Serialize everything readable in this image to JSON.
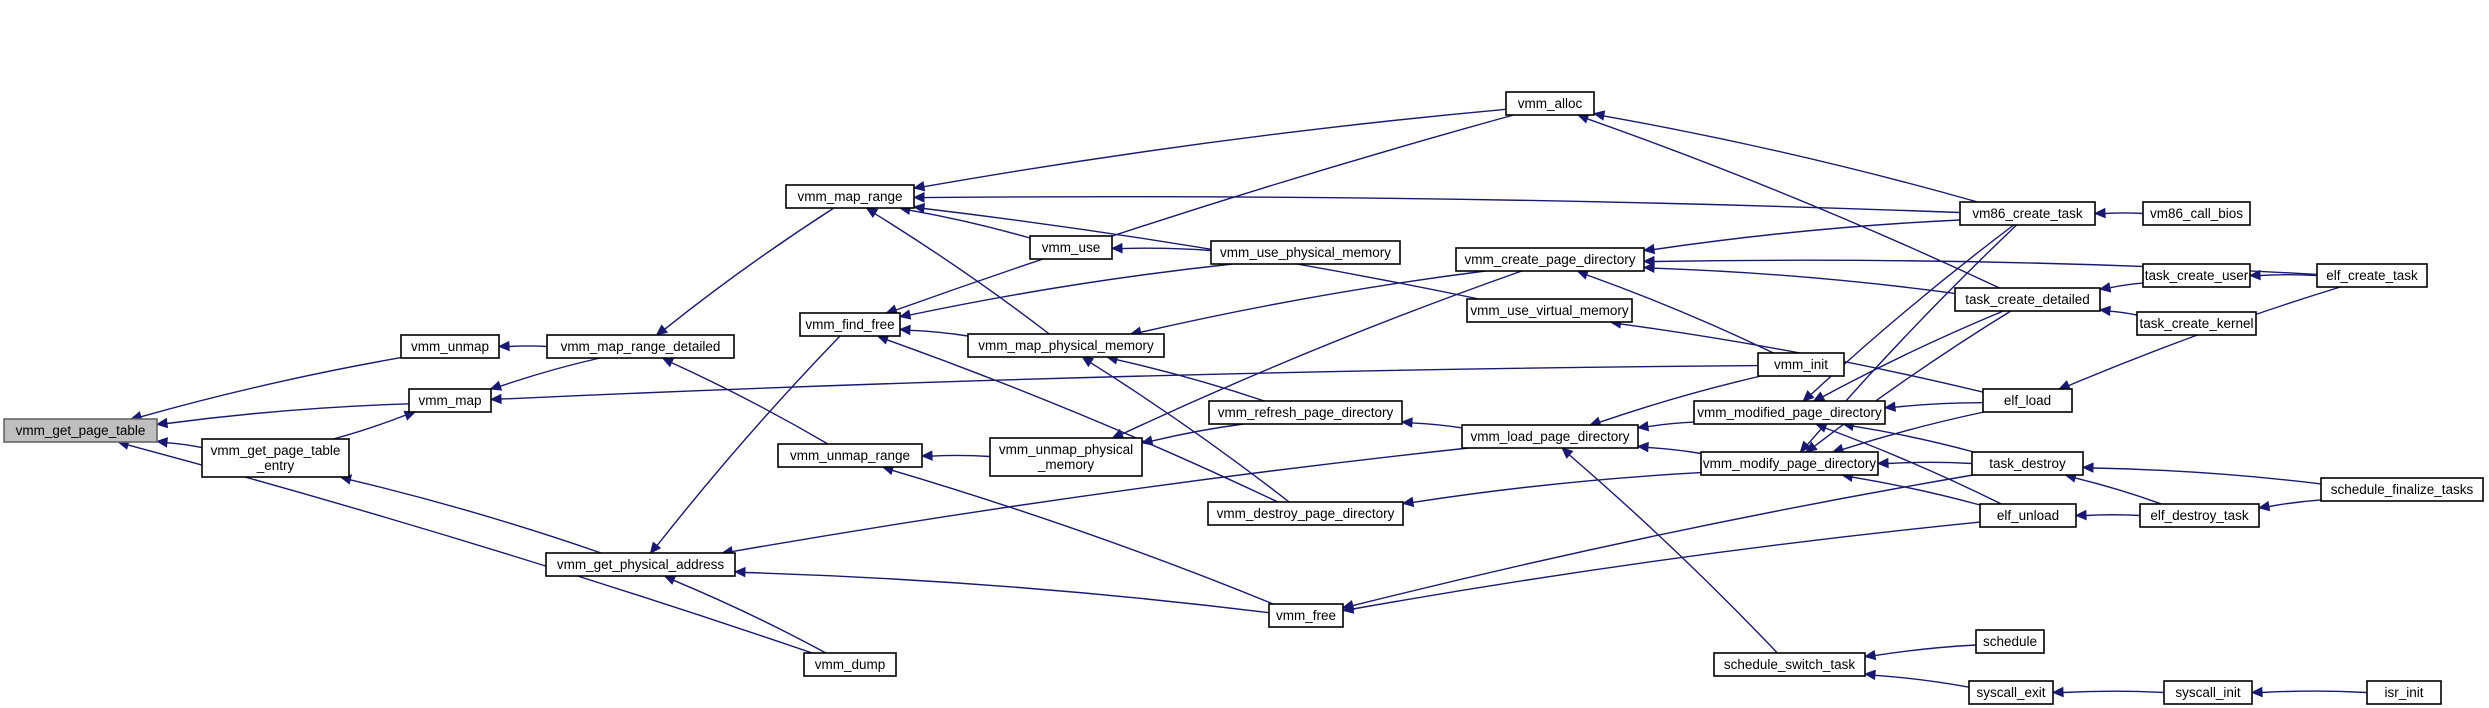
{
  "graph": {
    "kind": "caller-graph",
    "colors": {
      "edge": "#191970",
      "node_border": "#000000",
      "root_fill": "#bfbfbf",
      "node_fill": "#ffffff"
    },
    "nodes": [
      {
        "id": "vmm_get_page_table",
        "lines": [
          "vmm_get_page_table"
        ],
        "root": true
      },
      {
        "id": "vmm_unmap",
        "lines": [
          "vmm_unmap"
        ]
      },
      {
        "id": "vmm_map",
        "lines": [
          "vmm_map"
        ]
      },
      {
        "id": "vmm_get_page_table_entry",
        "lines": [
          "vmm_get_page_table",
          "_entry"
        ]
      },
      {
        "id": "vmm_dump",
        "lines": [
          "vmm_dump"
        ]
      },
      {
        "id": "vmm_map_range_detailed",
        "lines": [
          "vmm_map_range_detailed"
        ]
      },
      {
        "id": "vmm_get_physical_address",
        "lines": [
          "vmm_get_physical_address"
        ]
      },
      {
        "id": "vmm_map_range",
        "lines": [
          "vmm_map_range"
        ]
      },
      {
        "id": "vmm_unmap_range",
        "lines": [
          "vmm_unmap_range"
        ]
      },
      {
        "id": "vmm_find_free",
        "lines": [
          "vmm_find_free"
        ]
      },
      {
        "id": "vmm_use",
        "lines": [
          "vmm_use"
        ]
      },
      {
        "id": "vmm_map_physical_memory",
        "lines": [
          "vmm_map_physical_memory"
        ]
      },
      {
        "id": "vmm_unmap_physical_memory",
        "lines": [
          "vmm_unmap_physical",
          "_memory"
        ]
      },
      {
        "id": "vmm_use_physical_memory",
        "lines": [
          "vmm_use_physical_memory"
        ]
      },
      {
        "id": "vmm_refresh_page_directory",
        "lines": [
          "vmm_refresh_page_directory"
        ]
      },
      {
        "id": "vmm_destroy_page_directory",
        "lines": [
          "vmm_destroy_page_directory"
        ]
      },
      {
        "id": "vmm_free",
        "lines": [
          "vmm_free"
        ]
      },
      {
        "id": "vmm_alloc",
        "lines": [
          "vmm_alloc"
        ]
      },
      {
        "id": "vmm_create_page_directory",
        "lines": [
          "vmm_create_page_directory"
        ]
      },
      {
        "id": "vmm_use_virtual_memory",
        "lines": [
          "vmm_use_virtual_memory"
        ]
      },
      {
        "id": "vmm_load_page_directory",
        "lines": [
          "vmm_load_page_directory"
        ]
      },
      {
        "id": "vmm_init",
        "lines": [
          "vmm_init"
        ]
      },
      {
        "id": "vmm_modified_page_directory",
        "lines": [
          "vmm_modified_page_directory"
        ]
      },
      {
        "id": "vmm_modify_page_directory",
        "lines": [
          "vmm_modify_page_directory"
        ]
      },
      {
        "id": "schedule_switch_task",
        "lines": [
          "schedule_switch_task"
        ]
      },
      {
        "id": "vm86_create_task",
        "lines": [
          "vm86_create_task"
        ]
      },
      {
        "id": "task_create_detailed",
        "lines": [
          "task_create_detailed"
        ]
      },
      {
        "id": "elf_load",
        "lines": [
          "elf_load"
        ]
      },
      {
        "id": "task_destroy",
        "lines": [
          "task_destroy"
        ]
      },
      {
        "id": "elf_unload",
        "lines": [
          "elf_unload"
        ]
      },
      {
        "id": "schedule",
        "lines": [
          "schedule"
        ]
      },
      {
        "id": "syscall_exit",
        "lines": [
          "syscall_exit"
        ]
      },
      {
        "id": "vm86_call_bios",
        "lines": [
          "vm86_call_bios"
        ]
      },
      {
        "id": "task_create_user",
        "lines": [
          "task_create_user"
        ]
      },
      {
        "id": "task_create_kernel",
        "lines": [
          "task_create_kernel"
        ]
      },
      {
        "id": "elf_destroy_task",
        "lines": [
          "elf_destroy_task"
        ]
      },
      {
        "id": "syscall_init",
        "lines": [
          "syscall_init"
        ]
      },
      {
        "id": "elf_create_task",
        "lines": [
          "elf_create_task"
        ]
      },
      {
        "id": "schedule_finalize_tasks",
        "lines": [
          "schedule_finalize_tasks"
        ]
      },
      {
        "id": "isr_init",
        "lines": [
          "isr_init"
        ]
      }
    ],
    "edges": [
      [
        "vmm_unmap",
        "vmm_get_page_table"
      ],
      [
        "vmm_map",
        "vmm_get_page_table"
      ],
      [
        "vmm_get_page_table_entry",
        "vmm_get_page_table"
      ],
      [
        "vmm_dump",
        "vmm_get_page_table"
      ],
      [
        "vmm_map_range_detailed",
        "vmm_unmap"
      ],
      [
        "vmm_map_range_detailed",
        "vmm_map"
      ],
      [
        "vmm_get_page_table_entry",
        "vmm_map"
      ],
      [
        "vmm_init",
        "vmm_map"
      ],
      [
        "vmm_get_physical_address",
        "vmm_get_page_table_entry"
      ],
      [
        "vmm_map_range",
        "vmm_map_range_detailed"
      ],
      [
        "vmm_unmap_range",
        "vmm_map_range_detailed"
      ],
      [
        "vmm_find_free",
        "vmm_get_physical_address"
      ],
      [
        "vmm_dump",
        "vmm_get_physical_address"
      ],
      [
        "vmm_free",
        "vmm_get_physical_address"
      ],
      [
        "vmm_load_page_directory",
        "vmm_get_physical_address"
      ],
      [
        "vmm_use",
        "vmm_map_range"
      ],
      [
        "vmm_map_physical_memory",
        "vmm_map_range"
      ],
      [
        "vmm_alloc",
        "vmm_map_range"
      ],
      [
        "vmm_use_virtual_memory",
        "vmm_map_range"
      ],
      [
        "vm86_create_task",
        "vmm_map_range"
      ],
      [
        "vmm_unmap_physical_memory",
        "vmm_unmap_range"
      ],
      [
        "vmm_free",
        "vmm_unmap_range"
      ],
      [
        "vmm_alloc",
        "vmm_find_free"
      ],
      [
        "vmm_use_physical_memory",
        "vmm_find_free"
      ],
      [
        "vmm_map_physical_memory",
        "vmm_find_free"
      ],
      [
        "vmm_destroy_page_directory",
        "vmm_find_free"
      ],
      [
        "vmm_use_physical_memory",
        "vmm_use"
      ],
      [
        "vmm_refresh_page_directory",
        "vmm_map_physical_memory"
      ],
      [
        "vmm_destroy_page_directory",
        "vmm_map_physical_memory"
      ],
      [
        "vmm_create_page_directory",
        "vmm_map_physical_memory"
      ],
      [
        "vmm_refresh_page_directory",
        "vmm_unmap_physical_memory"
      ],
      [
        "vmm_create_page_directory",
        "vmm_unmap_physical_memory"
      ],
      [
        "vmm_load_page_directory",
        "vmm_refresh_page_directory"
      ],
      [
        "vmm_modify_page_directory",
        "vmm_destroy_page_directory"
      ],
      [
        "task_destroy",
        "vmm_free"
      ],
      [
        "elf_unload",
        "vmm_free"
      ],
      [
        "vm86_create_task",
        "vmm_alloc"
      ],
      [
        "task_create_detailed",
        "vmm_alloc"
      ],
      [
        "vm86_create_task",
        "vmm_create_page_directory"
      ],
      [
        "task_create_detailed",
        "vmm_create_page_directory"
      ],
      [
        "vmm_init",
        "vmm_create_page_directory"
      ],
      [
        "elf_create_task",
        "vmm_create_page_directory"
      ],
      [
        "elf_load",
        "vmm_use_virtual_memory"
      ],
      [
        "vmm_modified_page_directory",
        "vmm_load_page_directory"
      ],
      [
        "vmm_modify_page_directory",
        "vmm_load_page_directory"
      ],
      [
        "schedule_switch_task",
        "vmm_load_page_directory"
      ],
      [
        "vmm_init",
        "vmm_load_page_directory"
      ],
      [
        "vm86_create_task",
        "vmm_modified_page_directory"
      ],
      [
        "task_create_detailed",
        "vmm_modified_page_directory"
      ],
      [
        "elf_load",
        "vmm_modified_page_directory"
      ],
      [
        "task_destroy",
        "vmm_modified_page_directory"
      ],
      [
        "elf_unload",
        "vmm_modified_page_directory"
      ],
      [
        "vm86_create_task",
        "vmm_modify_page_directory"
      ],
      [
        "task_create_detailed",
        "vmm_modify_page_directory"
      ],
      [
        "elf_load",
        "vmm_modify_page_directory"
      ],
      [
        "task_destroy",
        "vmm_modify_page_directory"
      ],
      [
        "elf_unload",
        "vmm_modify_page_directory"
      ],
      [
        "schedule",
        "schedule_switch_task"
      ],
      [
        "syscall_exit",
        "schedule_switch_task"
      ],
      [
        "vm86_call_bios",
        "vm86_create_task"
      ],
      [
        "task_create_user",
        "task_create_detailed"
      ],
      [
        "task_create_kernel",
        "task_create_detailed"
      ],
      [
        "elf_create_task",
        "elf_load"
      ],
      [
        "elf_destroy_task",
        "task_destroy"
      ],
      [
        "schedule_finalize_tasks",
        "task_destroy"
      ],
      [
        "elf_destroy_task",
        "elf_unload"
      ],
      [
        "schedule_finalize_tasks",
        "elf_destroy_task"
      ],
      [
        "syscall_init",
        "syscall_exit"
      ],
      [
        "elf_create_task",
        "task_create_user"
      ],
      [
        "isr_init",
        "syscall_init"
      ]
    ]
  }
}
